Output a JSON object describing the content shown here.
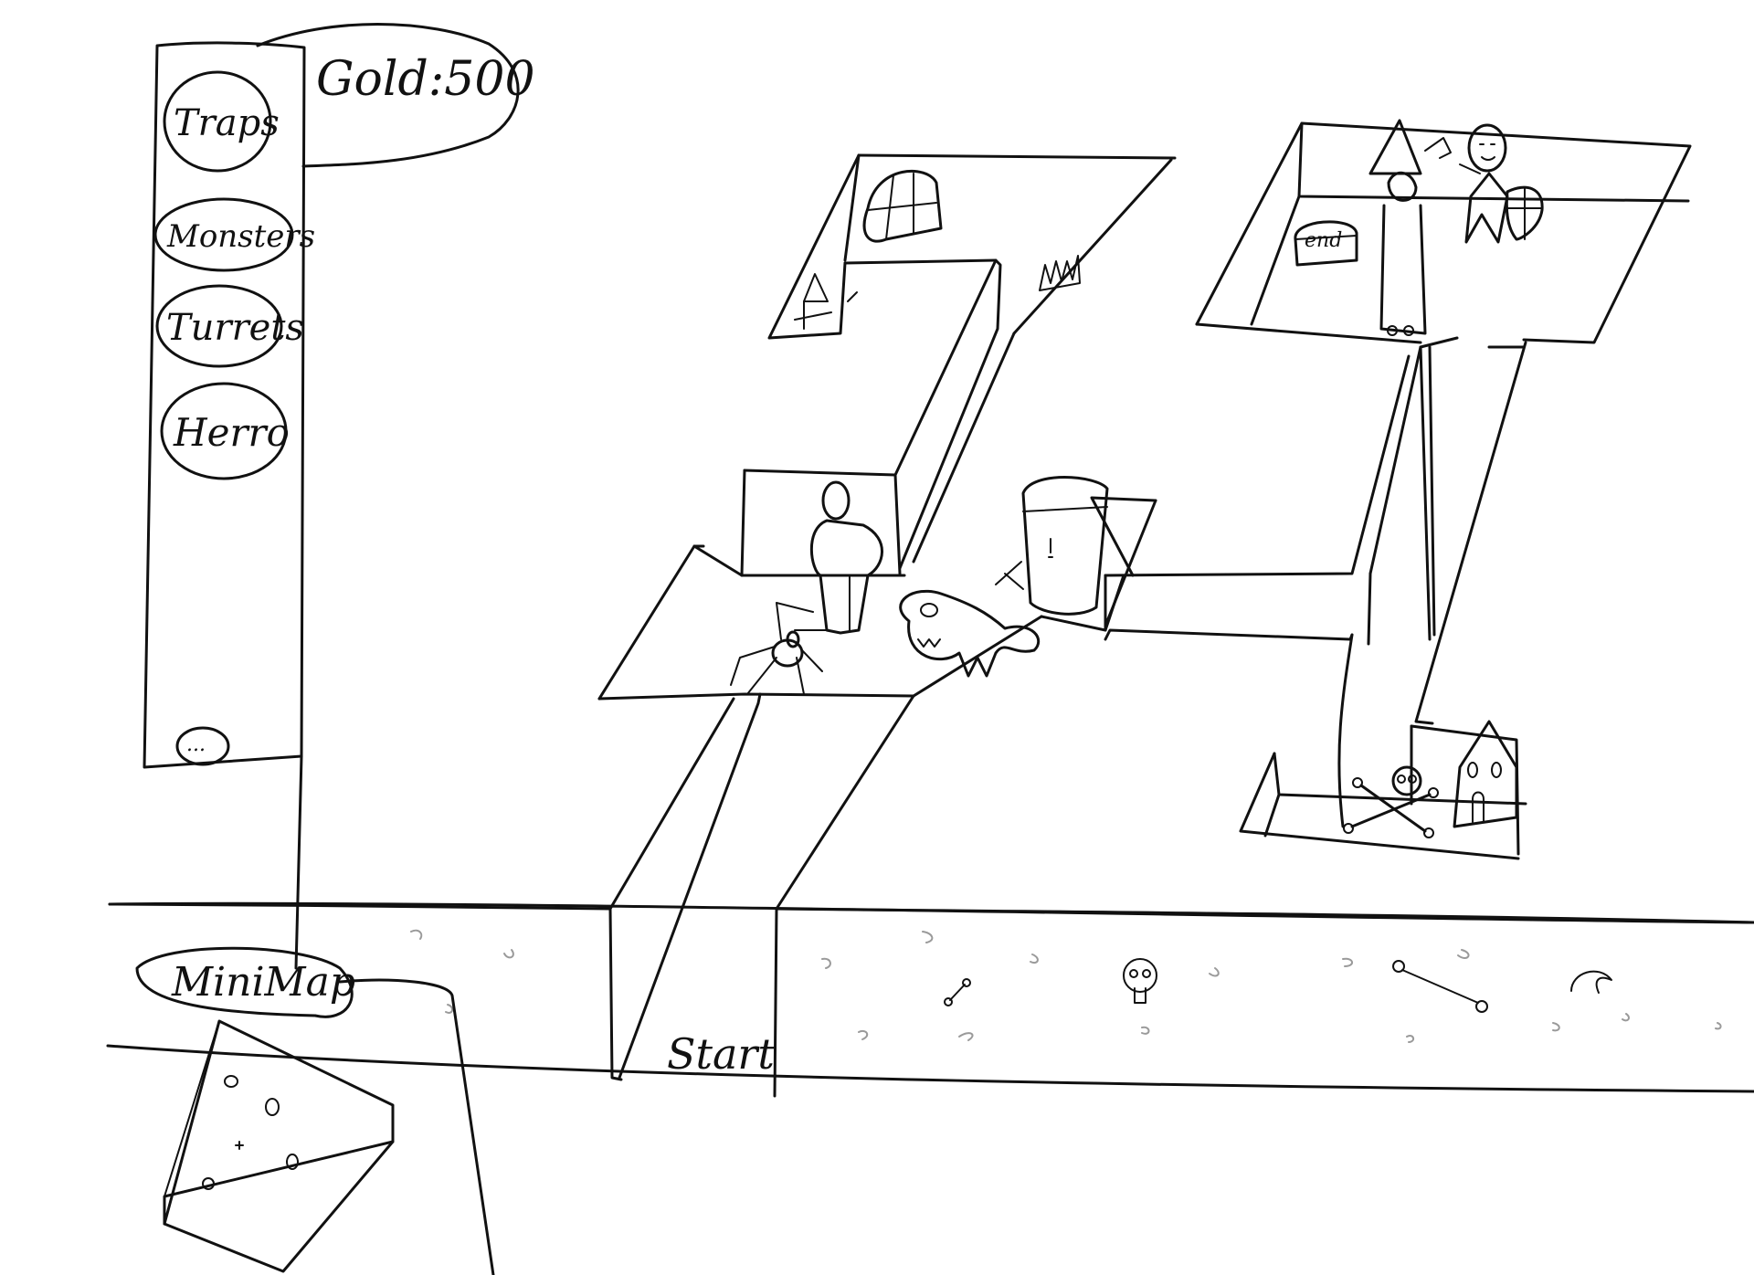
{
  "hud": {
    "gold_label": "Gold:500"
  },
  "sidebar": {
    "items": [
      {
        "label": "Traps"
      },
      {
        "label": "Monsters"
      },
      {
        "label": "Turrets"
      },
      {
        "label": "Herro"
      }
    ],
    "more_label": "..."
  },
  "minimap": {
    "label": "MiniMap"
  },
  "map": {
    "start_label": "Start",
    "end_label": "end"
  }
}
